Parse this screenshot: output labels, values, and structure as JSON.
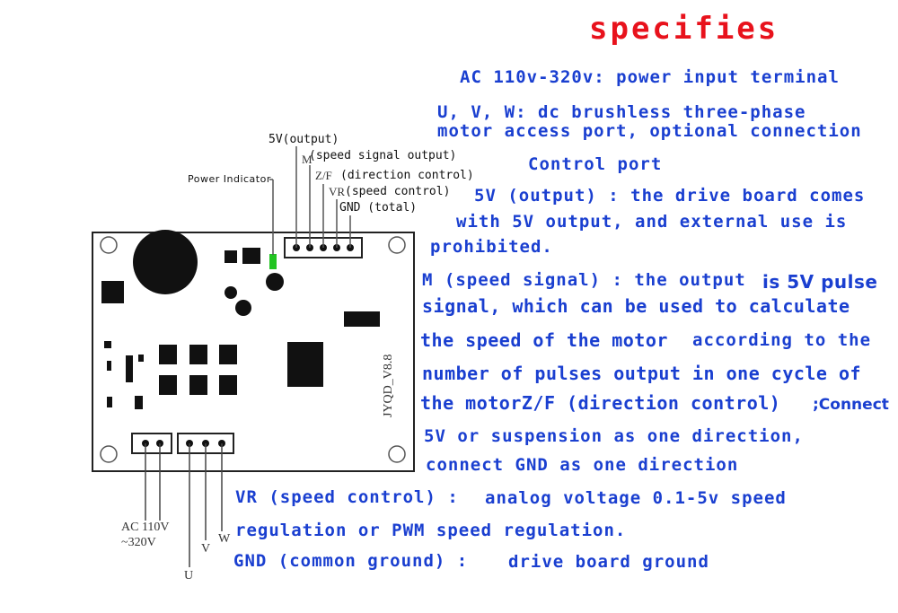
{
  "title": "specifies",
  "description": {
    "ac_line": "AC 110v-320v: power input terminal",
    "uvw_line1": "U, V, W: dc brushless three-phase",
    "uvw_line2": "motor access port, optional connection",
    "control_port": "Control port",
    "v5_line1": "5V (output) : the drive board comes",
    "v5_line2": "with 5V output, and external use is",
    "v5_line3": "prohibited.",
    "m_line1a": "M (speed signal) : the output",
    "m_line1b": "is 5V pulse",
    "m_line2": "signal, which can be used to calculate",
    "m_line3a": "the speed of the motor",
    "m_line3b": "according to the",
    "m_line4": "number of pulses output in one cycle of",
    "m_line5a": "the motorZ/F (direction control)",
    "m_line5b": ";Connect",
    "zf_line1": "5V or suspension as one direction,",
    "zf_line2": "connect GND as one direction",
    "vr_line1a": "VR (speed control) :",
    "vr_line1b": "analog voltage 0.1-5v speed",
    "vr_line2": "regulation or PWM speed regulation.",
    "gnd_line_a": "GND (common ground) :",
    "gnd_line_b": "drive board ground"
  },
  "pin_labels": {
    "v5": "5V(output)",
    "m": "M",
    "speed_signal": "(speed signal output)",
    "zf": "Z/F",
    "direction": "(direction control)",
    "vr": "VR",
    "speed_control": "(speed control)",
    "gnd": "GND (total)",
    "power_indicator": "Power Indicator"
  },
  "board_label": "JYQD_V8.8",
  "bottom_labels": {
    "ac1": "AC 110V",
    "ac2": "~320V",
    "u": "U",
    "v": "V",
    "w": "W"
  },
  "colors": {
    "title": "#e8121c",
    "text": "#1a3fd0",
    "indicator": "#22c422"
  }
}
